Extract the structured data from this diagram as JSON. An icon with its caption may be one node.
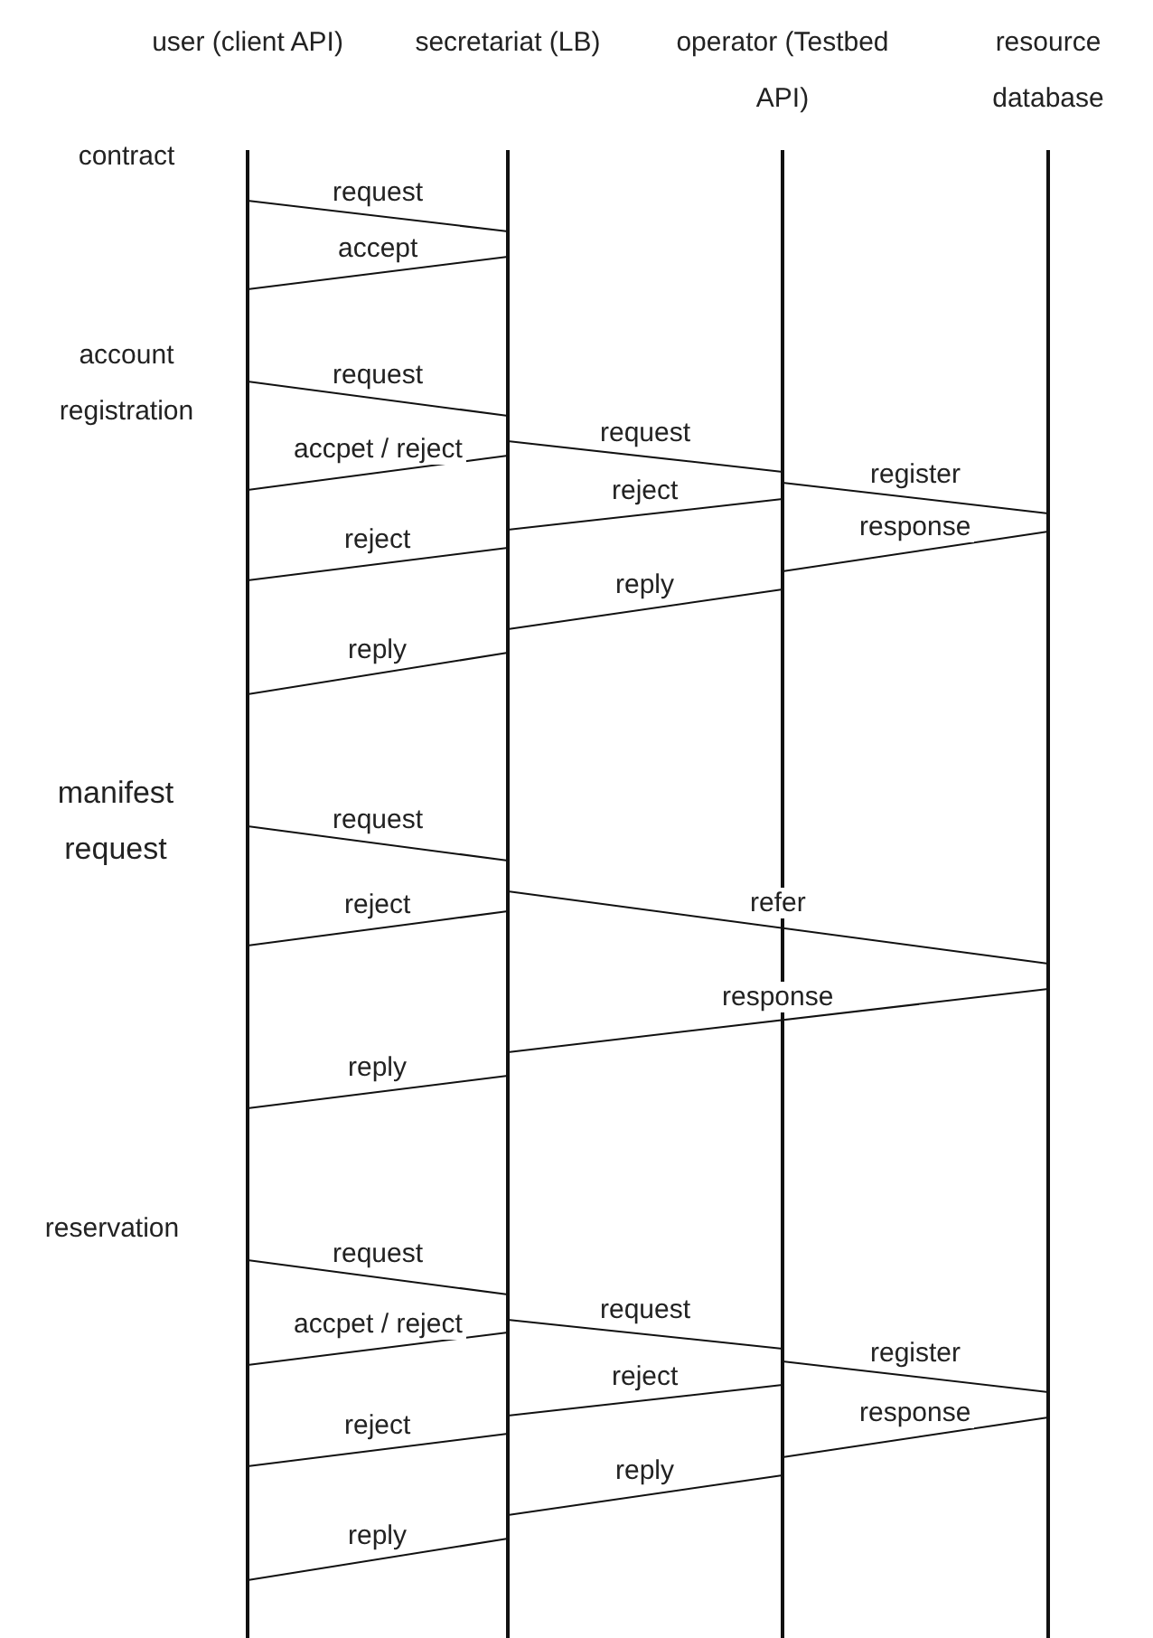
{
  "diagram": {
    "nodes": [
      {
        "text": [
          "user (client API)"
        ]
      },
      {
        "text": [
          "secretariat (LB)"
        ]
      },
      {
        "text": [
          "operator (Testbed API)"
        ]
      },
      {
        "text": [
          "resource database"
        ]
      }
    ],
    "edges": [
      {
        "from": 0,
        "to": 1,
        "arrow": "none",
        "label": "request"
      },
      {
        "from": 1,
        "to": 0,
        "arrow": "none",
        "label": "accept"
      },
      {
        "from": 0,
        "to": 1,
        "arrow": "none",
        "label": "request"
      },
      {
        "from": 1,
        "to": 2,
        "arrow": "none",
        "label": "request"
      },
      {
        "from": 1,
        "to": 0,
        "arrow": "none",
        "label": "accpet / reject"
      },
      {
        "from": 2,
        "to": 3,
        "arrow": "none",
        "label": "register"
      },
      {
        "from": 2,
        "to": 1,
        "arrow": "none",
        "label": "reject"
      },
      {
        "from": 3,
        "to": 2,
        "arrow": "none",
        "label": "response"
      },
      {
        "from": 1,
        "to": 0,
        "arrow": "none",
        "label": "reject"
      },
      {
        "from": 2,
        "to": 1,
        "arrow": "none",
        "label": "reply"
      },
      {
        "from": 1,
        "to": 0,
        "arrow": "none",
        "label": "reply"
      },
      {
        "from": 0,
        "to": 1,
        "arrow": "none",
        "label": "request"
      },
      {
        "from": 1,
        "to": 3,
        "arrow": "none",
        "label": "refer"
      },
      {
        "from": 1,
        "to": 0,
        "arrow": "none",
        "label": "reject"
      },
      {
        "from": 3,
        "to": 1,
        "arrow": "none",
        "label": "response"
      },
      {
        "from": 1,
        "to": 0,
        "arrow": "none",
        "label": "reply"
      },
      {
        "from": 0,
        "to": 1,
        "arrow": "none",
        "label": "request"
      },
      {
        "from": 1,
        "to": 2,
        "arrow": "none",
        "label": "request"
      },
      {
        "from": 1,
        "to": 0,
        "arrow": "none",
        "label": "accpet / reject"
      },
      {
        "from": 2,
        "to": 3,
        "arrow": "none",
        "label": "register"
      },
      {
        "from": 2,
        "to": 1,
        "arrow": "none",
        "label": "reject"
      },
      {
        "from": 3,
        "to": 2,
        "arrow": "none",
        "label": "response"
      },
      {
        "from": 1,
        "to": 0,
        "arrow": "none",
        "label": "reject"
      },
      {
        "from": 2,
        "to": 1,
        "arrow": "none",
        "label": "reply"
      },
      {
        "from": 1,
        "to": 0,
        "arrow": "none",
        "label": "reply"
      }
    ],
    "labels": [
      "contract",
      "account registration",
      "manifest request",
      "reservation"
    ]
  }
}
